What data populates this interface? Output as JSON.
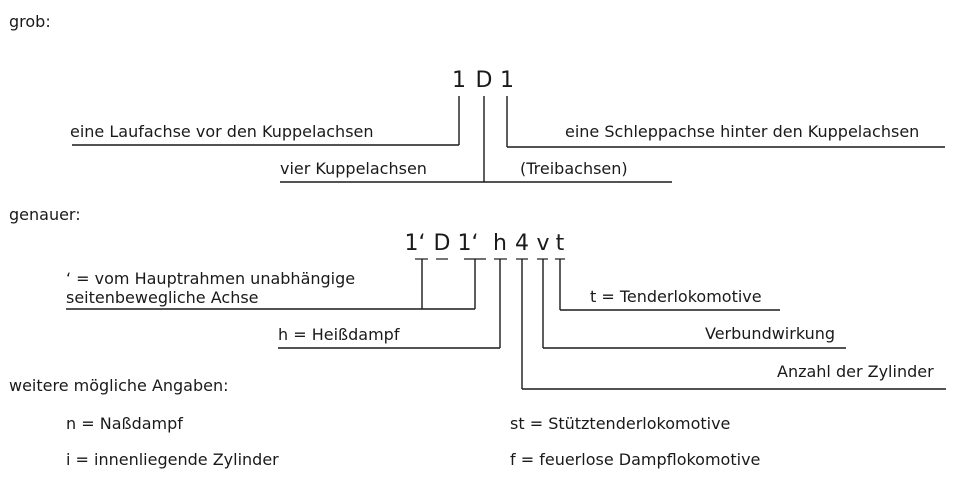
{
  "sections": {
    "grob": "grob:",
    "genauer": "genauer:",
    "weitere": "weitere mögliche Angaben:"
  },
  "grob_code": [
    "1",
    "D",
    "1"
  ],
  "grob_labels": {
    "laufachse": "eine Laufachse vor den Kuppelachsen",
    "schleppachse": "eine Schleppachse hinter den Kuppelachsen",
    "kuppelachsen": "vier Kuppelachsen",
    "treibachsen": "(Treibachsen)"
  },
  "genauer_code": [
    "1‘",
    "D",
    "1‘",
    "h",
    "4",
    "v",
    "t"
  ],
  "genauer_labels": {
    "apostroph_line1": "‘ = vom Hauptrahmen unabhängige",
    "apostroph_line2": "seitenbewegliche Achse",
    "heissdampf": "h = Heißdampf",
    "tender": "t = Tenderlokomotive",
    "verbund": "Verbundwirkung",
    "zylinder": "Anzahl der Zylinder"
  },
  "weitere": {
    "nassdampf": "n = Naßdampf",
    "innen": "i = innenliegende Zylinder",
    "stuetz": "st = Stütztenderlokomotive",
    "feuerlos": "f = feuerlose Dampflokomotive"
  }
}
